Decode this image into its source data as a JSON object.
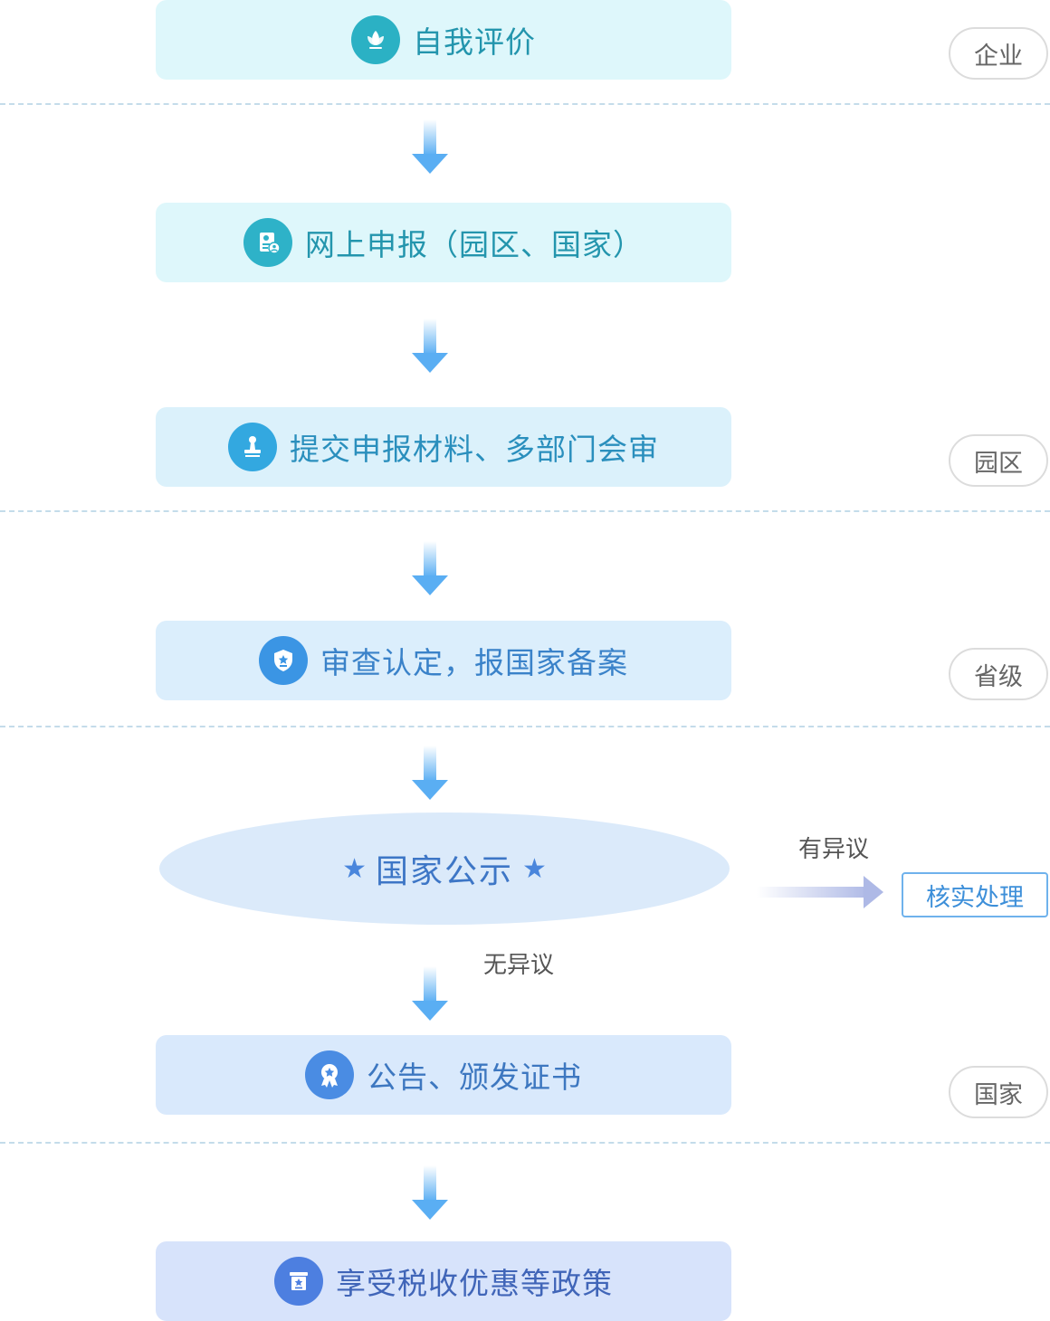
{
  "steps": [
    {
      "label": "自我评价",
      "icon": "lotus-icon"
    },
    {
      "label": "网上申报（园区、国家）",
      "icon": "id-card-icon"
    },
    {
      "label": "提交申报材料、多部门会审",
      "icon": "stamp-icon"
    },
    {
      "label": "审查认定，报国家备案",
      "icon": "shield-star-icon"
    },
    {
      "label": "国家公示",
      "icon": "star-icon"
    },
    {
      "label": "公告、颁发证书",
      "icon": "award-medal-icon"
    },
    {
      "label": "享受税收优惠等政策",
      "icon": "policy-box-icon"
    }
  ],
  "levels": {
    "enterprise": "企业",
    "park": "园区",
    "province": "省级",
    "nation": "国家"
  },
  "branches": {
    "objection": "有异议",
    "no_objection": "无异议",
    "verify": "核实处理"
  },
  "colors": {
    "arrow_top": "#eaf5ff",
    "arrow_bottom": "#5aaef3",
    "divider": "#c4dcea"
  }
}
